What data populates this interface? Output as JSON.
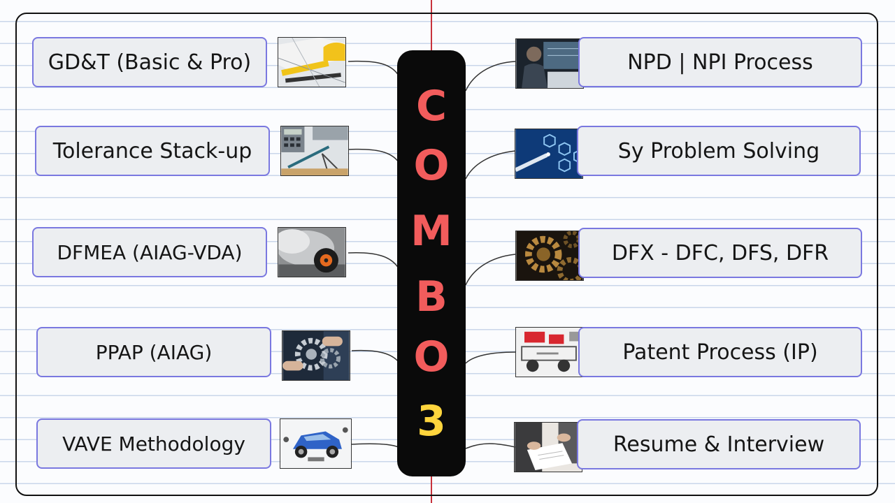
{
  "center": {
    "letters": [
      "C",
      "O",
      "M",
      "B",
      "O",
      "3"
    ]
  },
  "colors": {
    "letter": "#f25c5c",
    "number": "#ffd53d",
    "box_border": "#7a78e0",
    "box_fill": "#eceef1"
  },
  "left_topics": [
    {
      "label": "GD&T (Basic & Pro)",
      "image": "drafting-tools-image"
    },
    {
      "label": "Tolerance Stack-up",
      "image": "calculator-compass-image"
    },
    {
      "label": "DFMEA (AIAG-VDA)",
      "image": "smoking-wheel-image"
    },
    {
      "label": "PPAP (AIAG)",
      "image": "gears-hands-image"
    },
    {
      "label": "VAVE Methodology",
      "image": "car-exploded-image"
    }
  ],
  "right_topics": [
    {
      "label": "NPD | NPI Process",
      "image": "engineer-screen-image"
    },
    {
      "label": "Sy Problem Solving",
      "image": "hexagon-network-image"
    },
    {
      "label": "DFX - DFC, DFS, DFR",
      "image": "brass-gears-image"
    },
    {
      "label": "Patent Process (IP)",
      "image": "machine-assembly-image"
    },
    {
      "label": "Resume & Interview",
      "image": "interview-handshake-image"
    }
  ]
}
